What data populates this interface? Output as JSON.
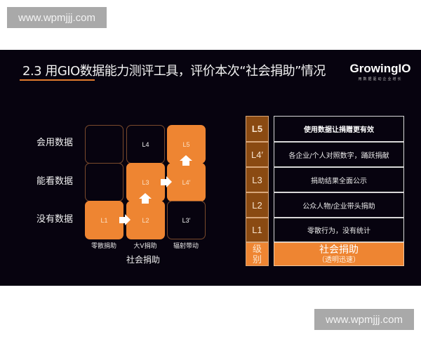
{
  "watermarks": {
    "top": "www.wpmjjj.com",
    "bottom": "www.wpmjjj.com"
  },
  "slide": {
    "title": "2.3 用GIO数据能力测评工具，评价本次“社会捐助”情况",
    "brand": {
      "name": "GrowingIO",
      "tagline": "用数据驱动企业增长"
    },
    "colors": {
      "background": "#07030f",
      "accent": "#ee8532",
      "level_column": "#8a4a12"
    },
    "matrix": {
      "row_labels": [
        "会用数据",
        "能看数据",
        "没有数据"
      ],
      "column_labels": [
        "零散捐助",
        "大V捐助",
        "辐射带动"
      ],
      "x_axis_label": "社会捐助",
      "cells": [
        [
          {
            "label": "",
            "active": false
          },
          {
            "label": "L4",
            "active": false
          },
          {
            "label": "L5",
            "active": true
          }
        ],
        [
          {
            "label": "",
            "active": false
          },
          {
            "label": "L3",
            "active": true
          },
          {
            "label": "L4′",
            "active": true
          }
        ],
        [
          {
            "label": "L1",
            "active": true
          },
          {
            "label": "L2",
            "active": true
          },
          {
            "label": "L3′",
            "active": false
          }
        ]
      ],
      "arrows": [
        "L1→L2",
        "L2→L3",
        "L3→L4′",
        "L4′→L5"
      ]
    },
    "table": {
      "rows": [
        {
          "level": "L5",
          "description": "使用数据让捐赠更有效"
        },
        {
          "level": "L4′",
          "description": "各企业/个人对照数字，踊跃捐献"
        },
        {
          "level": "L3",
          "description": "捐助结果全面公示"
        },
        {
          "level": "L2",
          "description": "公众人物/企业带头捐助"
        },
        {
          "level": "L1",
          "description": "零散行为，没有统计"
        }
      ],
      "footer": {
        "level_header_line1": "级",
        "level_header_line2": "别",
        "title": "社会捐助",
        "subtitle": "（透明迅速）"
      }
    }
  }
}
